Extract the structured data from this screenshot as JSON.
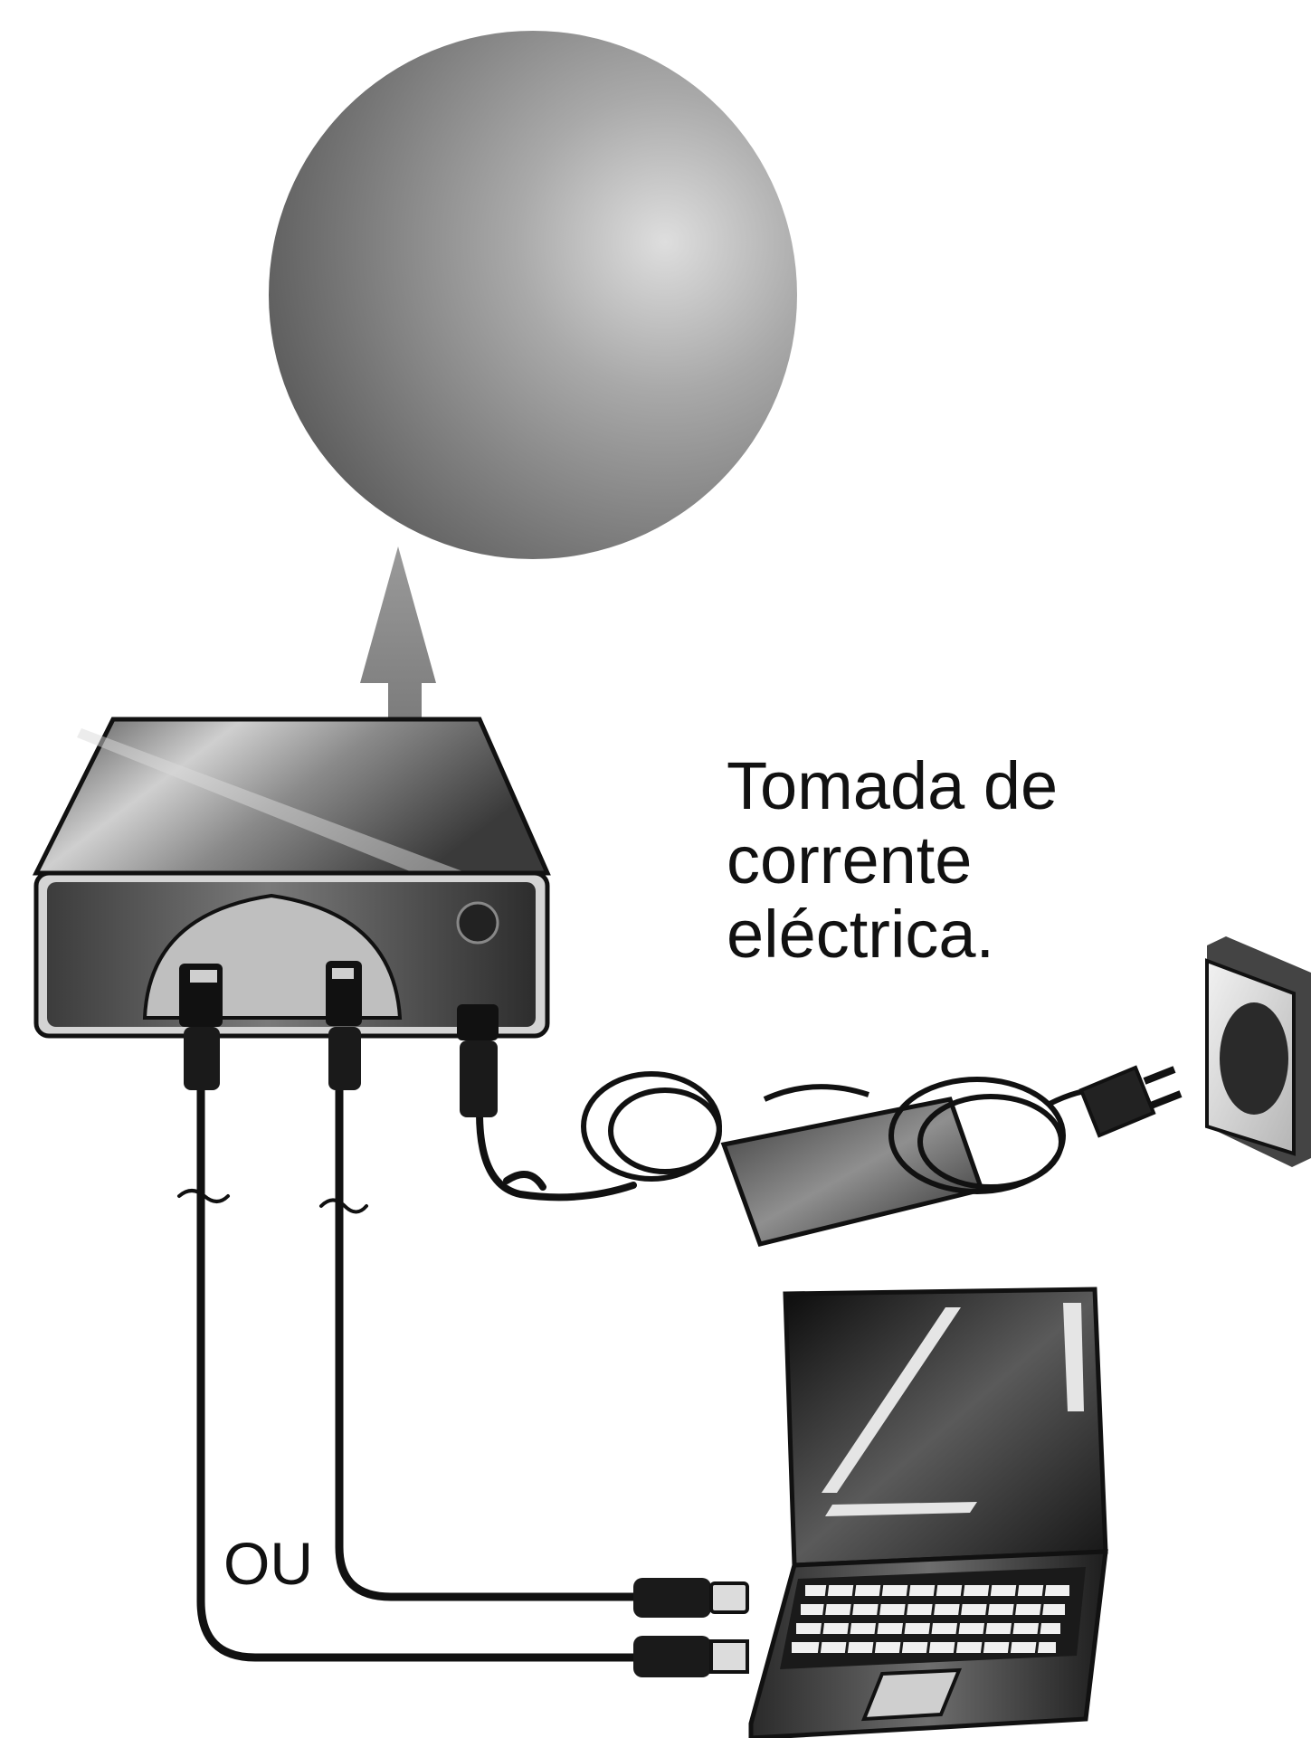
{
  "labels": {
    "outlet": [
      "Tomada de",
      "corrente",
      "eléctrica."
    ],
    "or": "OU"
  },
  "icons": {
    "disc": "disc-icon",
    "arrow": "arrow-up-icon",
    "drive": "external-drive-icon",
    "adapter": "power-adapter-icon",
    "plug": "power-plug-icon",
    "wall_socket": "wall-socket-icon",
    "laptop": "laptop-icon",
    "usb_cable": "usb-cable-icon"
  },
  "colors": {
    "ink": "#111111",
    "shade": "#888888",
    "background": "#ffffff"
  }
}
